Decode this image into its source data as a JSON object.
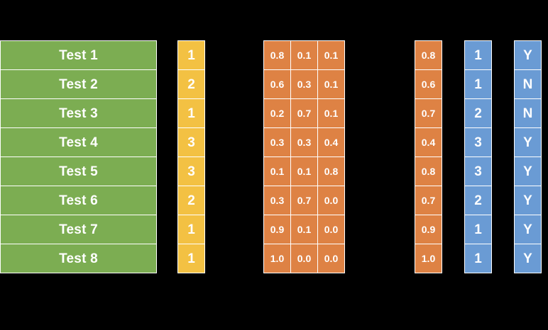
{
  "background_color": "#000000",
  "colors": {
    "test_label": "#7CAD52",
    "true_label": "#F3C143",
    "probability": "#DE8244",
    "prediction": "#6A9BD4",
    "cell_border": "#FFFFFF",
    "cell_text": "#FFFFFF"
  },
  "chart_data": {
    "type": "table",
    "title": "",
    "xlabel": "",
    "ylabel": "",
    "legend": [],
    "row_count": 8,
    "columns": [
      {
        "key": "test_label",
        "group": "test-label",
        "color": "#7CAD52"
      },
      {
        "key": "true_label",
        "group": "true-label",
        "color": "#F3C143"
      },
      {
        "key": "prob_class_1",
        "group": "probability-matrix",
        "color": "#DE8244"
      },
      {
        "key": "prob_class_2",
        "group": "probability-matrix",
        "color": "#DE8244"
      },
      {
        "key": "prob_class_3",
        "group": "probability-matrix",
        "color": "#DE8244"
      },
      {
        "key": "max_probability",
        "group": "max-probability",
        "color": "#DE8244"
      },
      {
        "key": "predicted_label",
        "group": "predicted-label",
        "color": "#6A9BD4"
      },
      {
        "key": "is_correct",
        "group": "correct-flag",
        "color": "#6A9BD4"
      }
    ],
    "rows": [
      {
        "test_label": "Test 1",
        "true_label": "1",
        "probabilities": [
          "0.8",
          "0.1",
          "0.1"
        ],
        "max_probability": "0.8",
        "predicted_label": "1",
        "is_correct": "Y"
      },
      {
        "test_label": "Test 2",
        "true_label": "2",
        "probabilities": [
          "0.6",
          "0.3",
          "0.1"
        ],
        "max_probability": "0.6",
        "predicted_label": "1",
        "is_correct": "N"
      },
      {
        "test_label": "Test 3",
        "true_label": "1",
        "probabilities": [
          "0.2",
          "0.7",
          "0.1"
        ],
        "max_probability": "0.7",
        "predicted_label": "2",
        "is_correct": "N"
      },
      {
        "test_label": "Test 4",
        "true_label": "3",
        "probabilities": [
          "0.3",
          "0.3",
          "0.4"
        ],
        "max_probability": "0.4",
        "predicted_label": "3",
        "is_correct": "Y"
      },
      {
        "test_label": "Test 5",
        "true_label": "3",
        "probabilities": [
          "0.1",
          "0.1",
          "0.8"
        ],
        "max_probability": "0.8",
        "predicted_label": "3",
        "is_correct": "Y"
      },
      {
        "test_label": "Test 6",
        "true_label": "2",
        "probabilities": [
          "0.3",
          "0.7",
          "0.0"
        ],
        "max_probability": "0.7",
        "predicted_label": "2",
        "is_correct": "Y"
      },
      {
        "test_label": "Test 7",
        "true_label": "1",
        "probabilities": [
          "0.9",
          "0.1",
          "0.0"
        ],
        "max_probability": "0.9",
        "predicted_label": "1",
        "is_correct": "Y"
      },
      {
        "test_label": "Test 8",
        "true_label": "1",
        "probabilities": [
          "1.0",
          "0.0",
          "0.0"
        ],
        "max_probability": "1.0",
        "predicted_label": "1",
        "is_correct": "Y"
      }
    ]
  }
}
